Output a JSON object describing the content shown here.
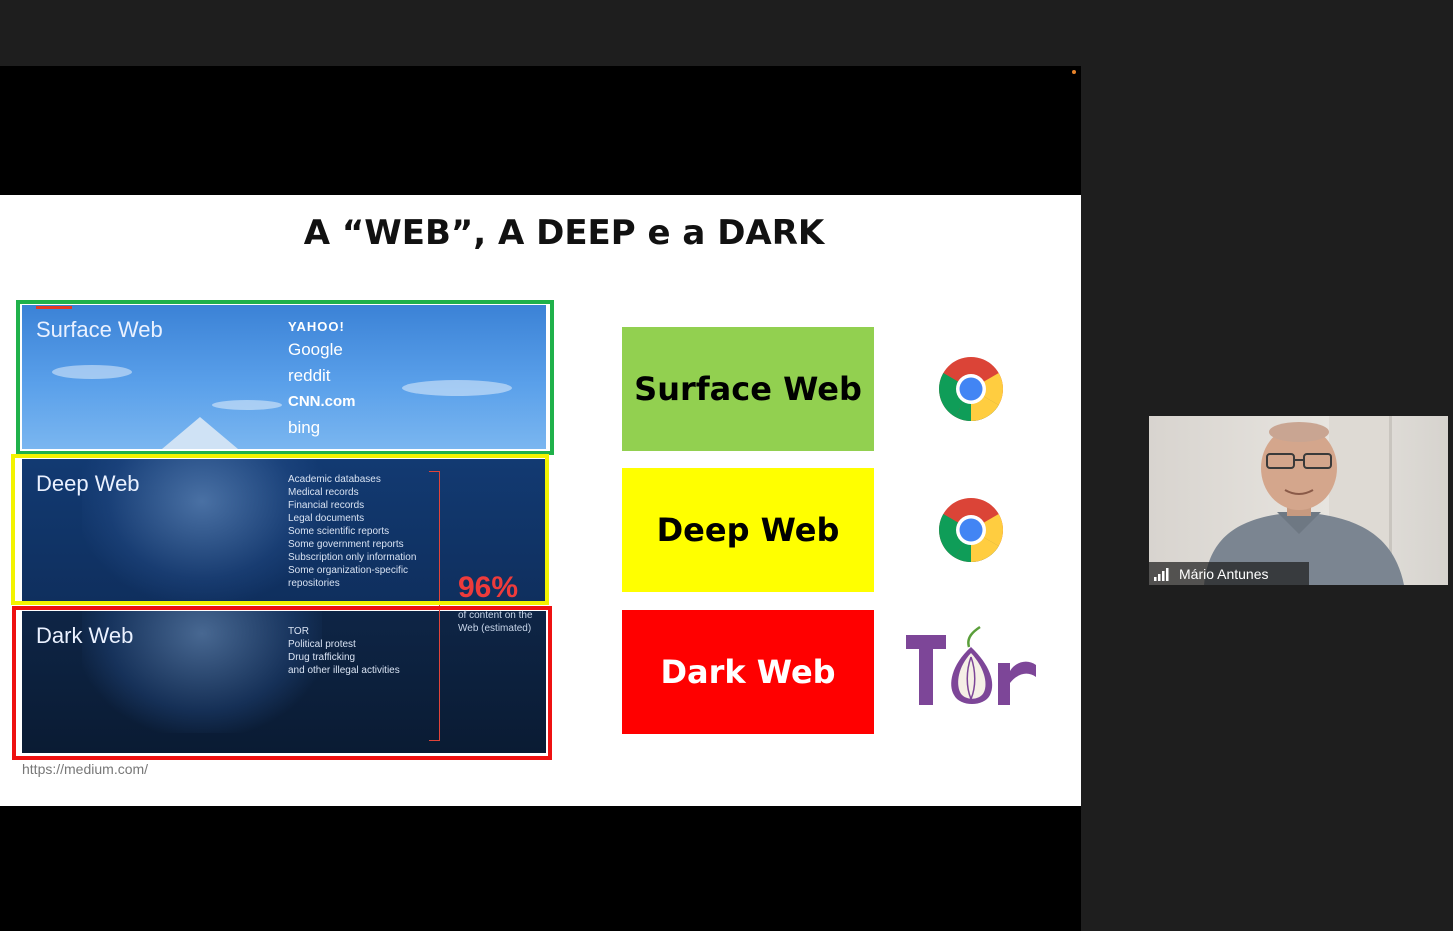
{
  "slide": {
    "title": "A “WEB”, A DEEP e a DARK",
    "source": "https://medium.com/",
    "iceberg": {
      "surface": {
        "title": "Surface Web",
        "logos": [
          "YAHOO!",
          "Google",
          "reddit",
          "CNN.com",
          "bing"
        ]
      },
      "deep": {
        "title": "Deep Web",
        "items": [
          "Academic databases",
          "Medical records",
          "Financial records",
          "Legal documents",
          "Some scientific reports",
          "Some government reports",
          "Subscription only information",
          "Some organization-specific",
          "repositories"
        ]
      },
      "dark": {
        "title": "Dark Web",
        "items": [
          "TOR",
          "Political protest",
          "Drug trafficking",
          "and other illegal activities"
        ]
      },
      "percent": "96%",
      "percent_note": "of content on the Web (estimated)"
    },
    "labels": {
      "surface": "Surface Web",
      "deep": "Deep Web",
      "dark": "Dark Web"
    },
    "colors": {
      "surface": "#92d050",
      "deep": "#ffff00",
      "dark": "#ff0000",
      "frame_green": "#1fb14a",
      "frame_yellow": "#f3f300",
      "frame_red": "#ee1111"
    },
    "icons": {
      "surface": "chrome-icon",
      "deep": "chrome-icon",
      "dark": "tor-logo"
    }
  },
  "participant": {
    "name": "Mário Antunes",
    "signal_icon": "signal-bars-icon"
  }
}
